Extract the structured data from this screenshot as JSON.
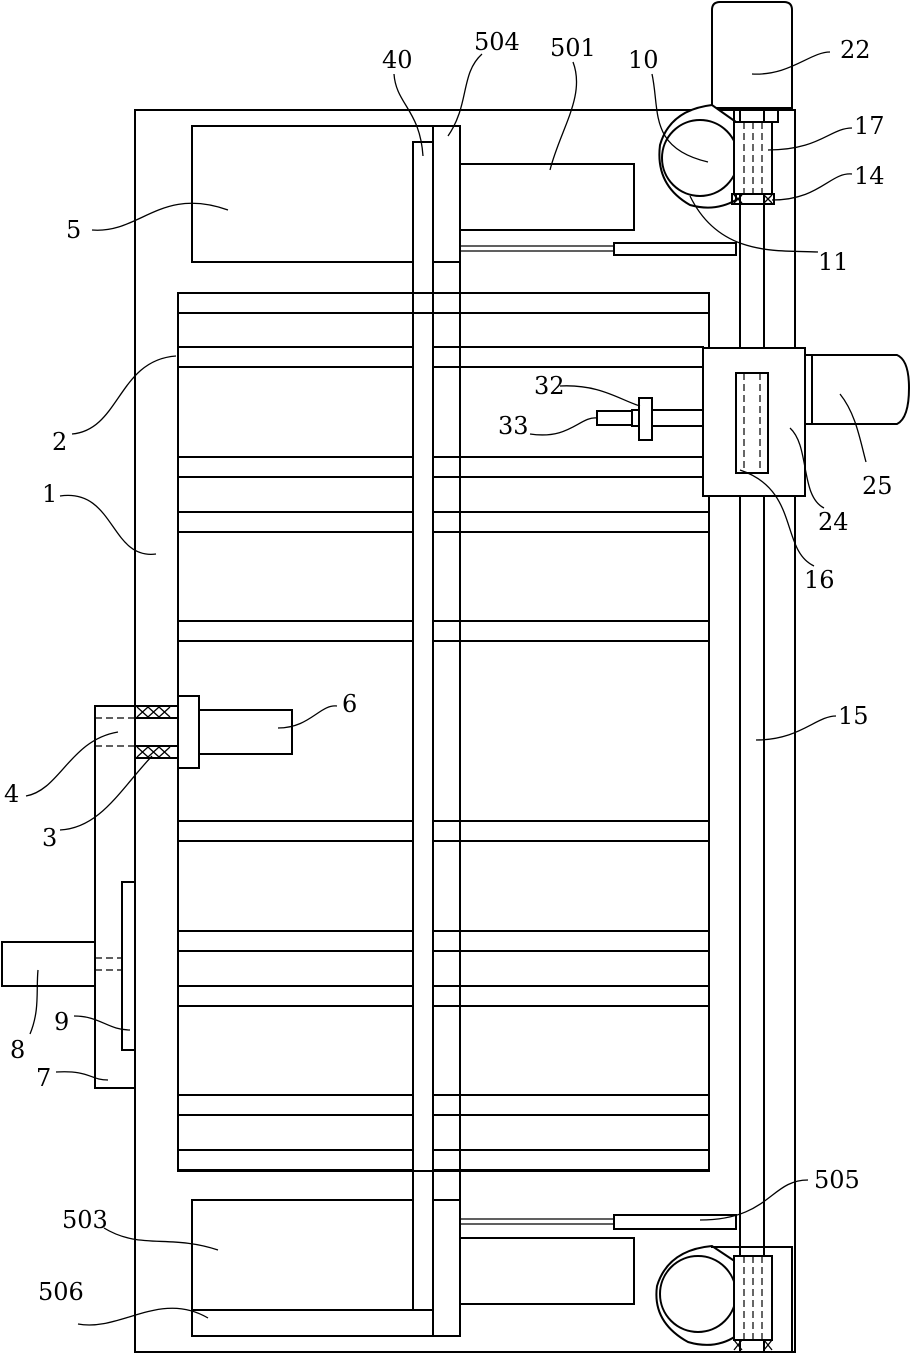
{
  "labels": {
    "l1": "1",
    "l2": "2",
    "l3": "3",
    "l4": "4",
    "l5": "5",
    "l6": "6",
    "l7": "7",
    "l8": "8",
    "l9": "9",
    "l10": "10",
    "l11": "11",
    "l14": "14",
    "l15": "15",
    "l16": "16",
    "l17": "17",
    "l22": "22",
    "l24": "24",
    "l25": "25",
    "l32": "32",
    "l33": "33",
    "l40": "40",
    "l501": "501",
    "l503": "503",
    "l504": "504",
    "l505": "505",
    "l506": "506"
  }
}
